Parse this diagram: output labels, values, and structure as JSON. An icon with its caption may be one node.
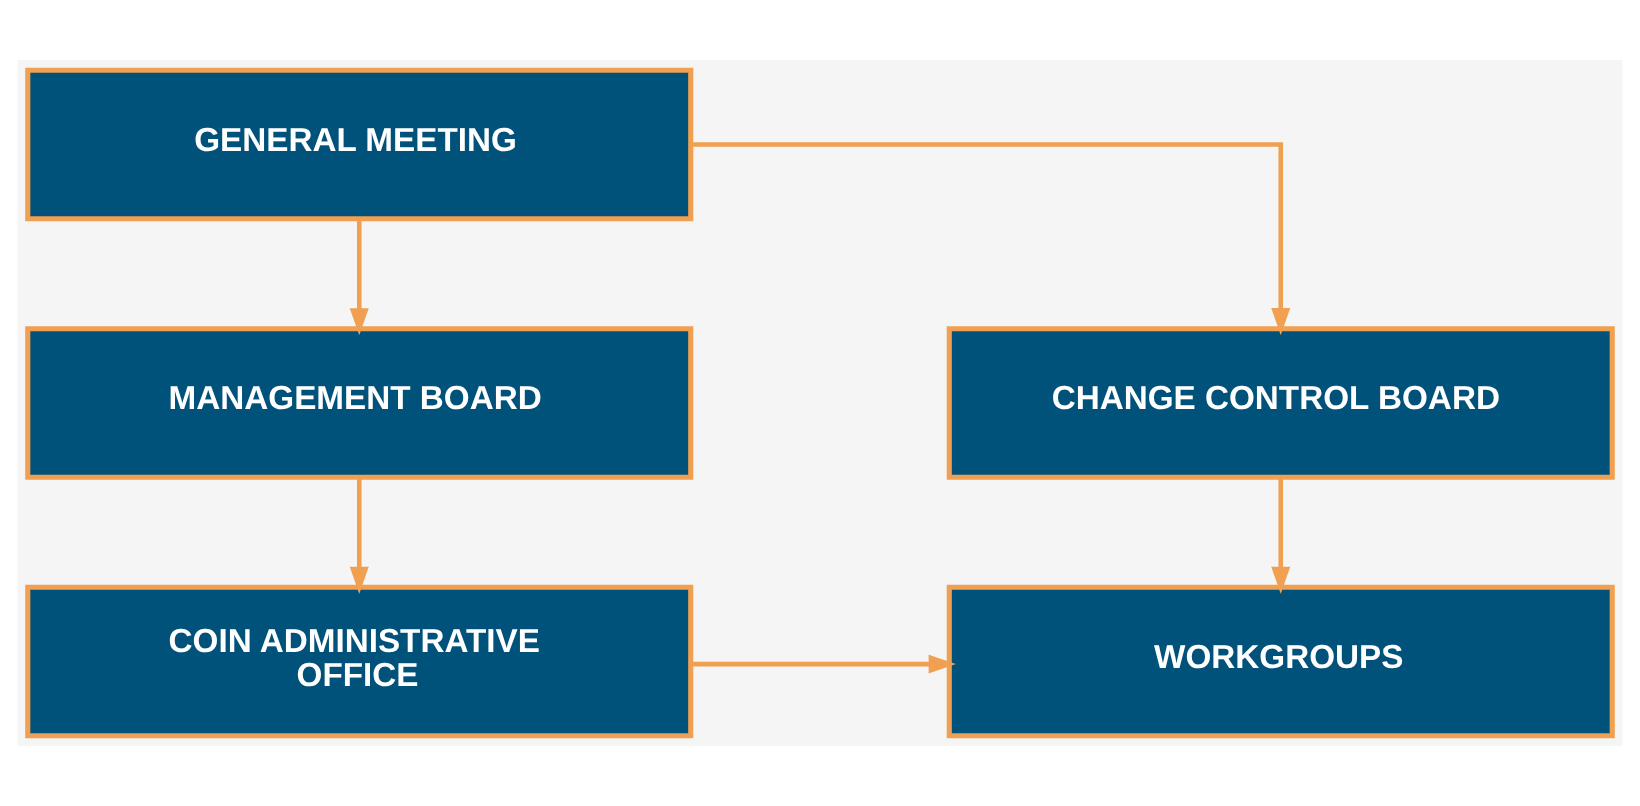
{
  "diagram": {
    "nodes": [
      {
        "text": [
          "GENERAL MEETING"
        ]
      },
      {
        "text": [
          "MANAGEMENT BOARD"
        ]
      },
      {
        "text": [
          "CHANGE CONTROL BOARD"
        ]
      },
      {
        "text": [
          "COIN ADMINISTRATIVE OFFICE"
        ]
      },
      {
        "text": [
          "WORKGROUPS"
        ]
      }
    ],
    "edges": [
      {
        "from": 0,
        "to": 1,
        "arrow": "to"
      },
      {
        "from": 0,
        "to": 2,
        "arrow": "to"
      },
      {
        "from": 1,
        "to": 3,
        "arrow": "to"
      },
      {
        "from": 2,
        "to": 4,
        "arrow": "to"
      },
      {
        "from": 3,
        "to": 4,
        "arrow": "to"
      }
    ]
  }
}
